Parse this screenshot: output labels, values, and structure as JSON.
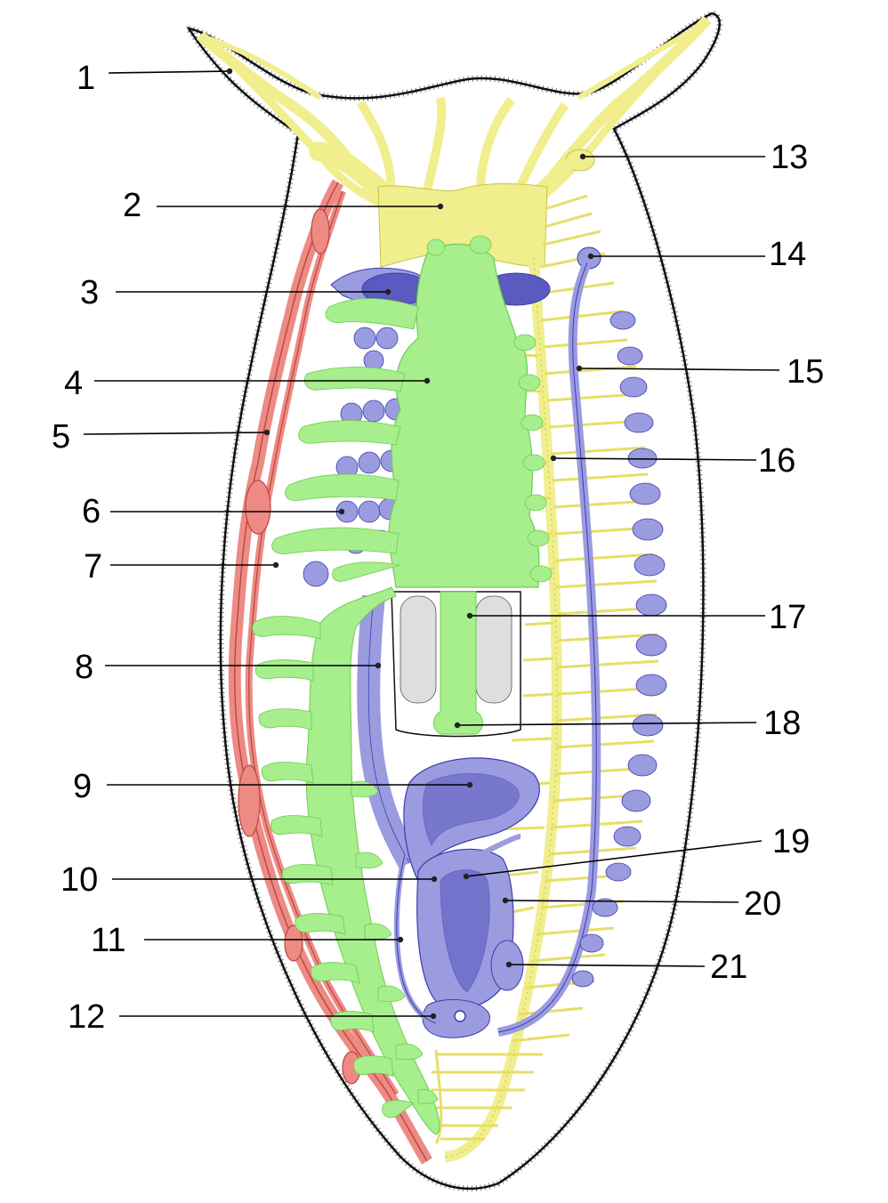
{
  "labels": [
    "1",
    "2",
    "3",
    "4",
    "5",
    "6",
    "7",
    "8",
    "9",
    "10",
    "11",
    "12",
    "13",
    "14",
    "15",
    "16",
    "17",
    "18",
    "19",
    "20",
    "21"
  ],
  "colors": {
    "background": "#ffffff",
    "outline": "#111111",
    "nerve_yellow": "#f1ee8e",
    "nerve_yellow_dark": "#c9c24a",
    "gut_green": "#a7ee8c",
    "gut_green_dark": "#6ccc55",
    "repro_blue": "#9b9be0",
    "repro_blue_dark": "#3c3cae",
    "excretory_red": "#ee8a84",
    "excretory_red_dark": "#b84740",
    "pharynx_stipple": "#cfcfcf",
    "label_text": "#000000"
  }
}
